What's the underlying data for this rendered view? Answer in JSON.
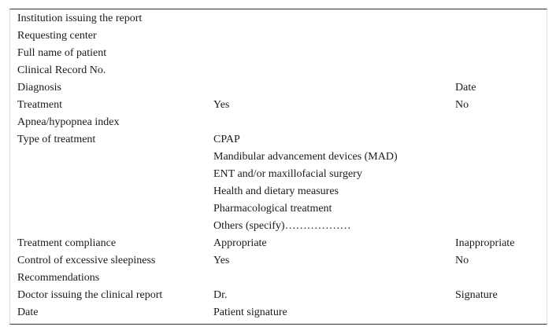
{
  "form": {
    "rows": [
      {
        "label": "Institution issuing the report",
        "middle": "",
        "right": ""
      },
      {
        "label": "Requesting center",
        "middle": "",
        "right": ""
      },
      {
        "label": "Full name of patient",
        "middle": "",
        "right": ""
      },
      {
        "label": "Clinical Record No.",
        "middle": "",
        "right": ""
      },
      {
        "label": "Diagnosis",
        "middle": "",
        "right": "Date"
      },
      {
        "label": "Treatment",
        "middle": "Yes",
        "right": "No"
      },
      {
        "label": "Apnea/hypopnea index",
        "middle": "",
        "right": ""
      },
      {
        "label": "Type of treatment",
        "middle": "CPAP",
        "right": ""
      },
      {
        "label": "",
        "middle": "Mandibular advancement devices (MAD)",
        "right": ""
      },
      {
        "label": "",
        "middle": "ENT and/or maxillofacial surgery",
        "right": ""
      },
      {
        "label": "",
        "middle": "Health and dietary measures",
        "right": ""
      },
      {
        "label": "",
        "middle": "Pharmacological treatment",
        "right": ""
      },
      {
        "label": "",
        "middle": "Others (specify)………………",
        "right": ""
      },
      {
        "label": "Treatment compliance",
        "middle": "Appropriate",
        "right": "Inappropriate"
      },
      {
        "label": "Control of excessive sleepiness",
        "middle": "Yes",
        "right": "No"
      },
      {
        "label": "Recommendations",
        "middle": "",
        "right": ""
      },
      {
        "label": "Doctor issuing the clinical report",
        "middle": "Dr.",
        "right": "Signature"
      },
      {
        "label": "Date",
        "middle": "Patient signature",
        "right": ""
      }
    ]
  }
}
